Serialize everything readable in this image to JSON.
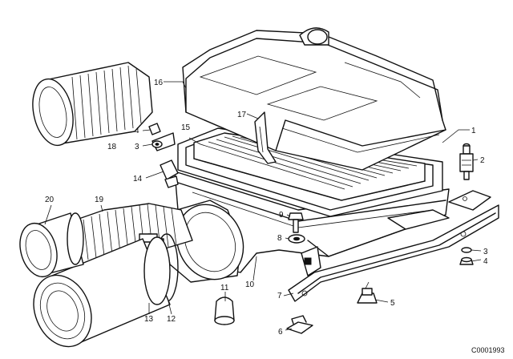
{
  "diagram": {
    "callouts": [
      "1",
      "2",
      "3",
      "4",
      "5",
      "6",
      "7",
      "8",
      "9",
      "10",
      "11",
      "12",
      "13",
      "14",
      "15",
      "16",
      "17",
      "18",
      "19",
      "20"
    ],
    "left_callouts": [
      "4",
      "3",
      "15",
      "14"
    ],
    "right_callouts": [
      "2",
      "3",
      "4"
    ],
    "code": "C0001993"
  }
}
